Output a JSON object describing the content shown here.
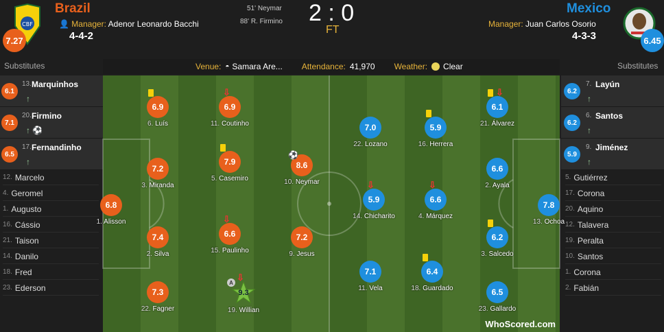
{
  "home": {
    "name": "Brazil",
    "manager_label": "Manager:",
    "manager": "Adenor Leonardo Bacchi",
    "formation": "4-4-2",
    "rating": "7.27",
    "color": "#e8601c",
    "scorers": [
      {
        "minute": "51'",
        "player": "Neymar"
      },
      {
        "minute": "88'",
        "player": "R. Firmino"
      }
    ]
  },
  "away": {
    "name": "Mexico",
    "manager_label": "Manager:",
    "manager": "Juan Carlos Osorio",
    "formation": "4-3-3",
    "rating": "6.45",
    "color": "#1f8fde"
  },
  "score": "2 : 0",
  "status": "FT",
  "info": {
    "venue_label": "Venue:",
    "venue": "Samara Are...",
    "attendance_label": "Attendance:",
    "attendance": "41,970",
    "weather_label": "Weather:",
    "weather": "Clear"
  },
  "substitutes_label": "Substitutes",
  "home_subs": [
    {
      "num": "13.",
      "name": "Marquinhos",
      "rating": "6.1",
      "events": "↑"
    },
    {
      "num": "20.",
      "name": "Firmino",
      "rating": "7.1",
      "events": "↑ ⚽"
    },
    {
      "num": "17.",
      "name": "Fernandinho",
      "rating": "6.5",
      "events": "↑"
    }
  ],
  "home_unused": [
    {
      "num": "12.",
      "name": "Marcelo"
    },
    {
      "num": "4.",
      "name": "Geromel"
    },
    {
      "num": "1.",
      "name": "Augusto"
    },
    {
      "num": "16.",
      "name": "Cássio"
    },
    {
      "num": "21.",
      "name": "Taison"
    },
    {
      "num": "14.",
      "name": "Danilo"
    },
    {
      "num": "18.",
      "name": "Fred"
    },
    {
      "num": "23.",
      "name": "Ederson"
    }
  ],
  "away_subs": [
    {
      "num": "7.",
      "name": "Layún",
      "rating": "6.2",
      "events": "↑"
    },
    {
      "num": "6.",
      "name": "Santos",
      "rating": "6.2",
      "events": "↑"
    },
    {
      "num": "9.",
      "name": "Jiménez",
      "rating": "5.9",
      "events": "↑"
    }
  ],
  "away_unused": [
    {
      "num": "5.",
      "name": "Gutiérrez"
    },
    {
      "num": "17.",
      "name": "Corona"
    },
    {
      "num": "20.",
      "name": "Aquino"
    },
    {
      "num": "12.",
      "name": "Talavera"
    },
    {
      "num": "19.",
      "name": "Peralta"
    },
    {
      "num": "10.",
      "name": "Santos"
    },
    {
      "num": "1.",
      "name": "Corona"
    },
    {
      "num": "2.",
      "name": "Fabián"
    }
  ],
  "home_players": [
    {
      "num": "1.",
      "name": "Alisson",
      "rating": "6.8"
    },
    {
      "num": "3.",
      "name": "Miranda",
      "rating": "7.2"
    },
    {
      "num": "6.",
      "name": "Luís",
      "rating": "6.9"
    },
    {
      "num": "2.",
      "name": "Silva",
      "rating": "7.4"
    },
    {
      "num": "22.",
      "name": "Fagner",
      "rating": "7.3"
    },
    {
      "num": "11.",
      "name": "Coutinho",
      "rating": "6.9"
    },
    {
      "num": "5.",
      "name": "Casemiro",
      "rating": "7.9"
    },
    {
      "num": "15.",
      "name": "Paulinho",
      "rating": "6.6"
    },
    {
      "num": "19.",
      "name": "Willian",
      "rating": "9.3"
    },
    {
      "num": "10.",
      "name": "Neymar",
      "rating": "8.6"
    },
    {
      "num": "9.",
      "name": "Jesus",
      "rating": "7.2"
    }
  ],
  "away_players": [
    {
      "num": "13.",
      "name": "Ochoa",
      "rating": "7.8"
    },
    {
      "num": "21.",
      "name": "Álvarez",
      "rating": "6.1"
    },
    {
      "num": "2.",
      "name": "Ayala",
      "rating": "6.6"
    },
    {
      "num": "3.",
      "name": "Salcedo",
      "rating": "6.2"
    },
    {
      "num": "23.",
      "name": "Gallardo",
      "rating": "6.5"
    },
    {
      "num": "16.",
      "name": "Herrera",
      "rating": "5.9"
    },
    {
      "num": "4.",
      "name": "Márquez",
      "rating": "6.6"
    },
    {
      "num": "18.",
      "name": "Guardado",
      "rating": "6.4"
    },
    {
      "num": "22.",
      "name": "Lozano",
      "rating": "7.0"
    },
    {
      "num": "14.",
      "name": "Chicharito",
      "rating": "5.9"
    },
    {
      "num": "11.",
      "name": "Vela",
      "rating": "7.1"
    }
  ],
  "man_of_match_badge": "A",
  "brand": "WhoScored.com"
}
